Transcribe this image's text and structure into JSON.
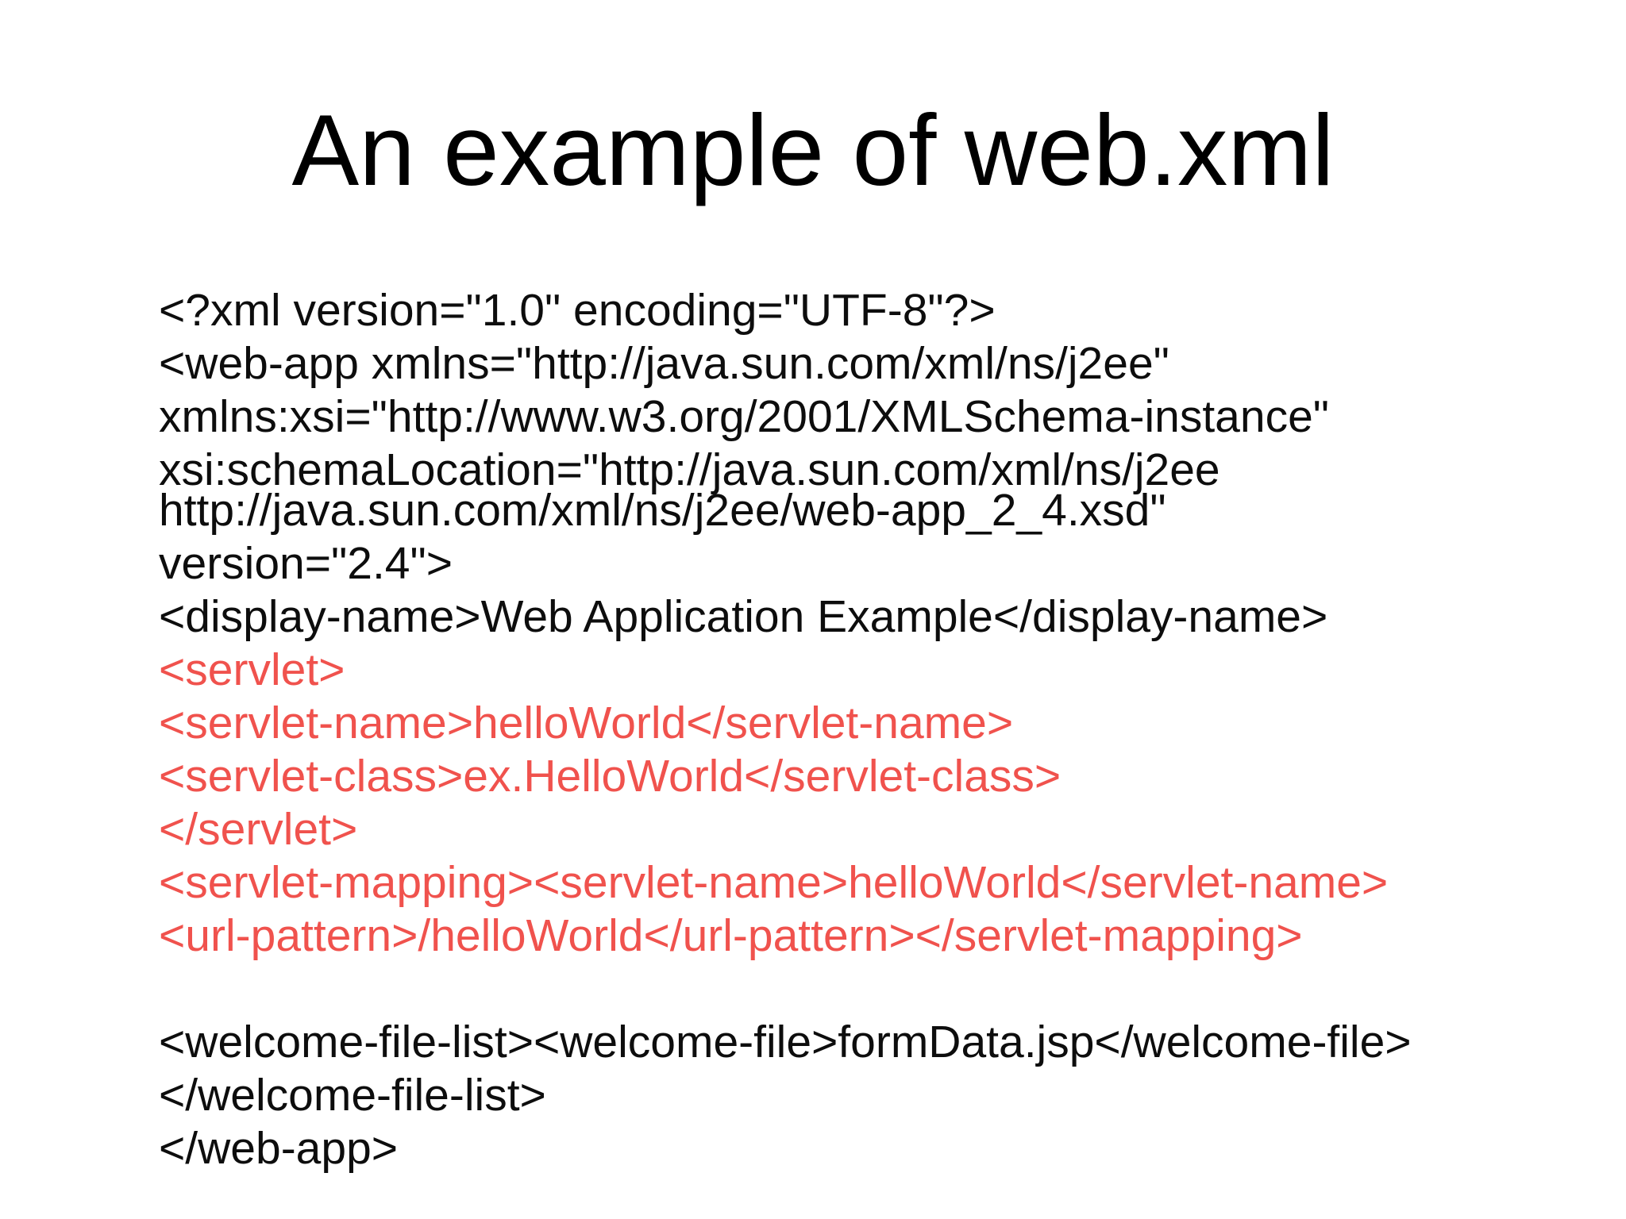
{
  "slide": {
    "title": "An example of web.xml",
    "colors": {
      "background": "#ffffff",
      "title_text": "#000000",
      "code_text": "#0d0d0d",
      "code_highlight": "#f0524d"
    },
    "code": {
      "lines": [
        {
          "text": "<?xml version=\"1.0\" encoding=\"UTF-8\"?>",
          "highlighted": false,
          "tight": false,
          "blank": false
        },
        {
          "text": "<web-app xmlns=\"http://java.sun.com/xml/ns/j2ee\"",
          "highlighted": false,
          "tight": false,
          "blank": false
        },
        {
          "text": "xmlns:xsi=\"http://www.w3.org/2001/XMLSchema-instance\"",
          "highlighted": false,
          "tight": false,
          "blank": false
        },
        {
          "text": "xsi:schemaLocation=\"http://java.sun.com/xml/ns/j2ee",
          "highlighted": false,
          "tight": false,
          "blank": false
        },
        {
          "text": "http://java.sun.com/xml/ns/j2ee/web-app_2_4.xsd\"",
          "highlighted": false,
          "tight": true,
          "blank": false
        },
        {
          "text": "version=\"2.4\">",
          "highlighted": false,
          "tight": false,
          "blank": false
        },
        {
          "text": "<display-name>Web Application Example</display-name>",
          "highlighted": false,
          "tight": false,
          "blank": false
        },
        {
          "text": "<servlet>",
          "highlighted": true,
          "tight": false,
          "blank": false
        },
        {
          "text": "<servlet-name>helloWorld</servlet-name>",
          "highlighted": true,
          "tight": false,
          "blank": false
        },
        {
          "text": "<servlet-class>ex.HelloWorld</servlet-class>",
          "highlighted": true,
          "tight": false,
          "blank": false
        },
        {
          "text": "</servlet>",
          "highlighted": true,
          "tight": false,
          "blank": false
        },
        {
          "text": "<servlet-mapping><servlet-name>helloWorld</servlet-name>",
          "highlighted": true,
          "tight": false,
          "blank": false
        },
        {
          "text": "<url-pattern>/helloWorld</url-pattern></servlet-mapping>",
          "highlighted": true,
          "tight": false,
          "blank": false
        },
        {
          "text": "",
          "highlighted": false,
          "tight": false,
          "blank": true
        },
        {
          "text": "<welcome-file-list><welcome-file>formData.jsp</welcome-file>",
          "highlighted": false,
          "tight": false,
          "blank": false
        },
        {
          "text": "</welcome-file-list>",
          "highlighted": false,
          "tight": false,
          "blank": false
        },
        {
          "text": "</web-app>",
          "highlighted": false,
          "tight": false,
          "blank": false
        }
      ]
    }
  }
}
